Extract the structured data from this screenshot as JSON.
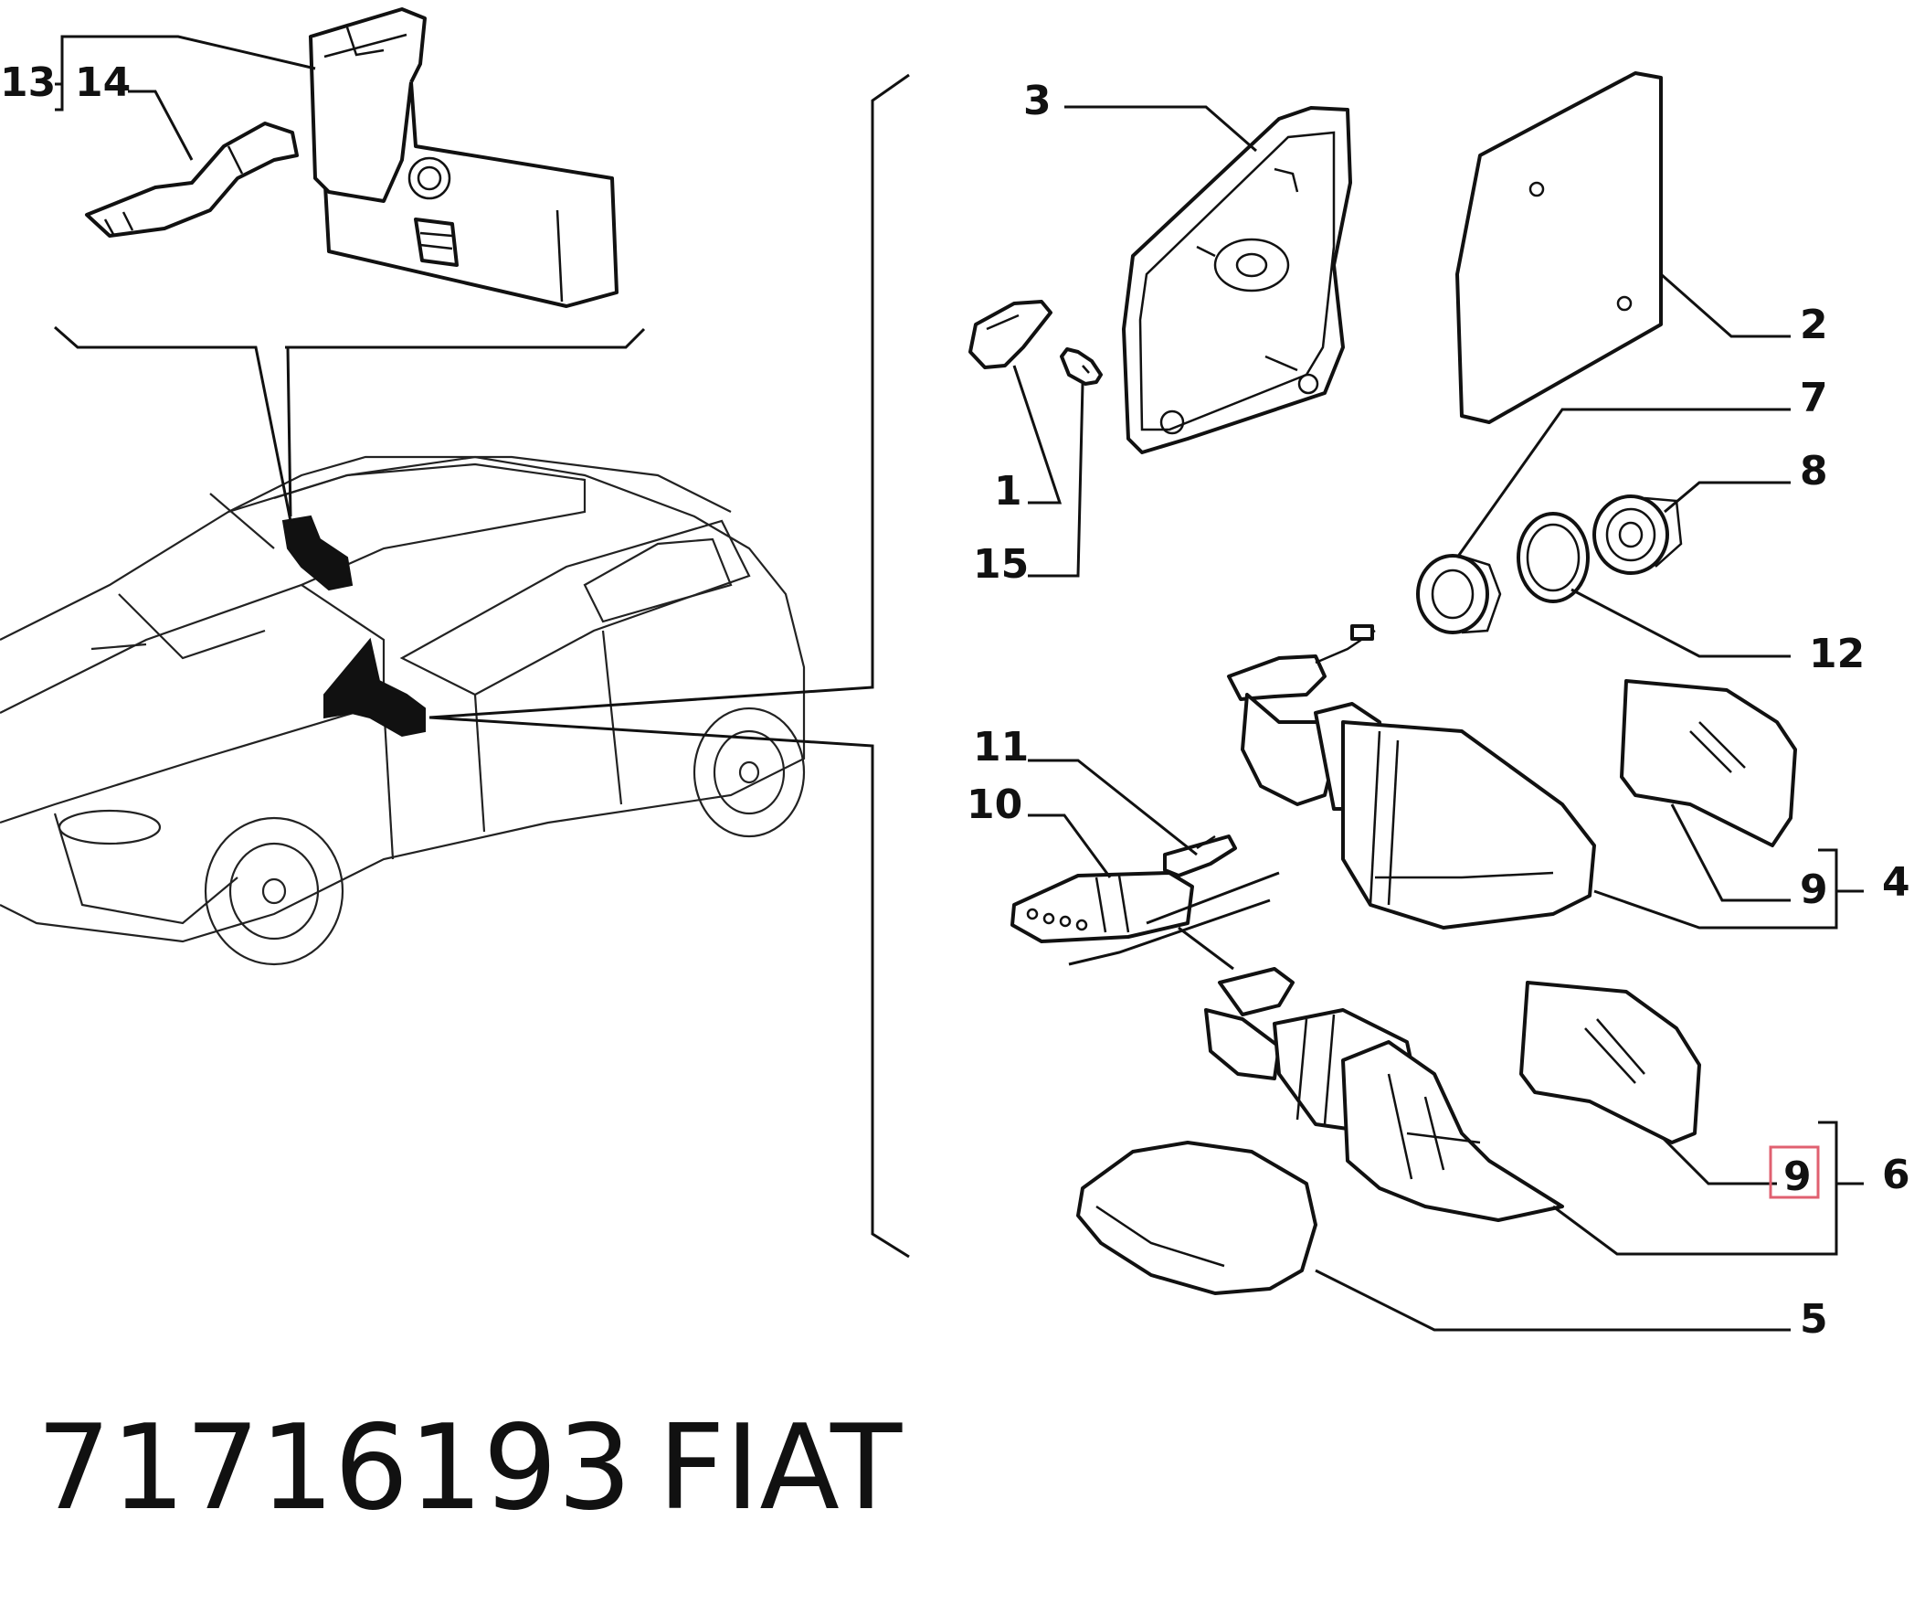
{
  "callouts": {
    "c1": "1",
    "c2": "2",
    "c3": "3",
    "c4": "4",
    "c5": "5",
    "c6": "6",
    "c7": "7",
    "c8": "8",
    "c9a": "9",
    "c9b": "9",
    "c10": "10",
    "c11": "11",
    "c12": "12",
    "c13": "13",
    "c14": "14",
    "c15": "15"
  },
  "caption": {
    "part_number": "71716193",
    "brand": "FIAT"
  },
  "highlight": {
    "color": "#e06070",
    "target": "9"
  }
}
